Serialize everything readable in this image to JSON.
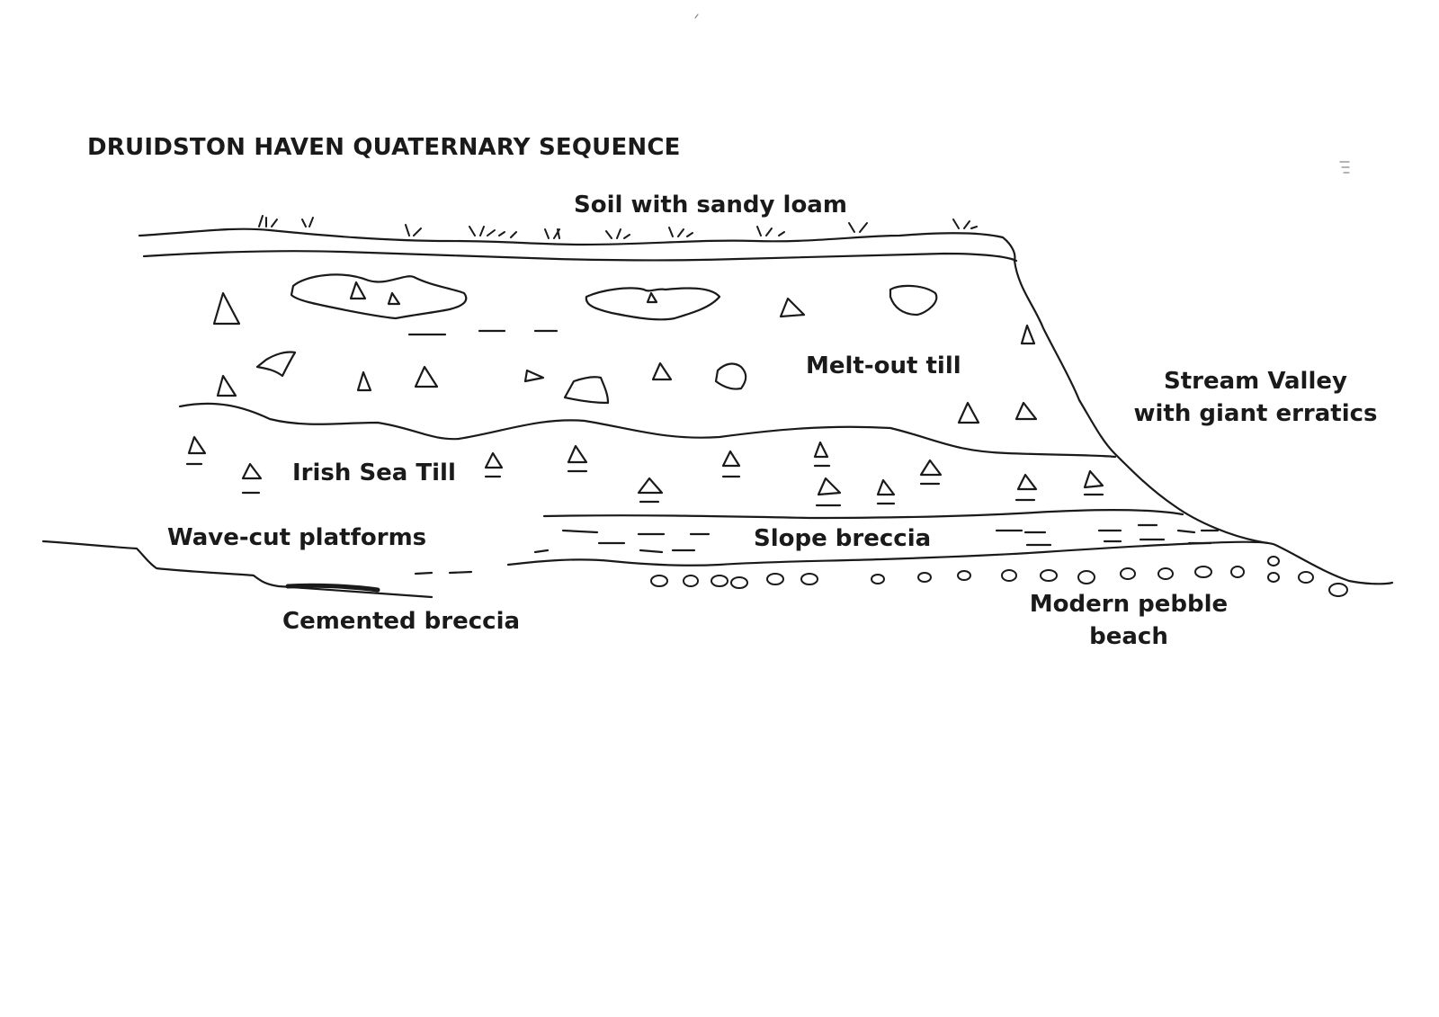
{
  "diagram": {
    "title": "DRUIDSTON HAVEN QUATERNARY SEQUENCE",
    "labels": {
      "soil": "Soil with sandy loam",
      "melt_out_till": "Melt-out till",
      "stream_valley_line1": "Stream Valley",
      "stream_valley_line2": "with giant erratics",
      "irish_sea_till": "Irish Sea Till",
      "wave_cut_platforms": "Wave-cut platforms",
      "slope_breccia": "Slope breccia",
      "cemented_breccia": "Cemented breccia",
      "pebble_beach_line1": "Modern pebble",
      "pebble_beach_line2": "beach"
    }
  }
}
